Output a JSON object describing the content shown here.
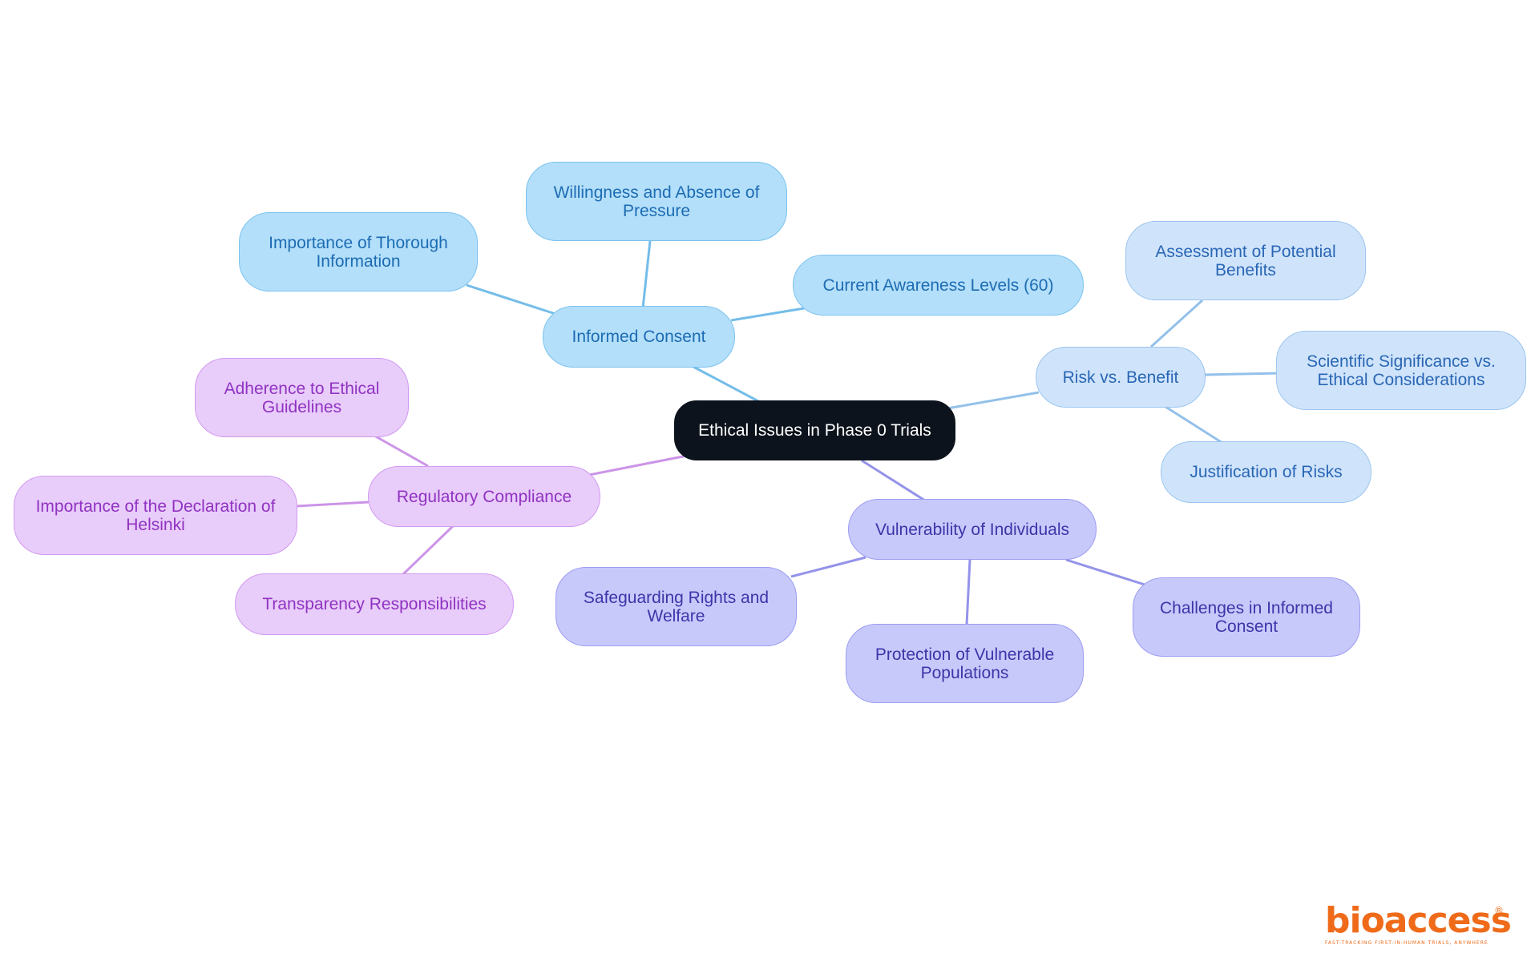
{
  "mindmap": {
    "root": {
      "label": "Ethical Issues in Phase 0 Trials"
    },
    "branches": [
      {
        "label": "Informed Consent",
        "color": "#b3dffa",
        "children": [
          {
            "label": "Importance of Thorough Information"
          },
          {
            "label": "Willingness and Absence of Pressure"
          },
          {
            "label": "Current Awareness Levels (60)"
          }
        ]
      },
      {
        "label": "Risk vs. Benefit",
        "color": "#cfe4fb",
        "children": [
          {
            "label": "Assessment of Potential Benefits"
          },
          {
            "label": "Scientific Significance vs. Ethical Considerations"
          },
          {
            "label": "Justification of Risks"
          }
        ]
      },
      {
        "label": "Vulnerability of Individuals",
        "color": "#c8c9fb",
        "children": [
          {
            "label": "Safeguarding Rights and Welfare"
          },
          {
            "label": "Protection of Vulnerable Populations"
          },
          {
            "label": "Challenges in Informed Consent"
          }
        ]
      },
      {
        "label": "Regulatory Compliance",
        "color": "#e8ccfa",
        "children": [
          {
            "label": "Adherence to Ethical Guidelines"
          },
          {
            "label": "Importance of the Declaration of Helsinki"
          },
          {
            "label": "Transparency Responsibilities"
          }
        ]
      }
    ]
  },
  "logo": {
    "name": "bioaccess",
    "registered": "®",
    "tagline": "FAST-TRACKING FIRST-IN-HUMAN TRIALS, ANYWHERE"
  },
  "colors": {
    "root": "#0d131c",
    "edge_informed_consent": "#74bde9",
    "edge_risk_benefit": "#93c1ea",
    "edge_vulnerability": "#9493ea",
    "edge_regulatory": "#cc94e8",
    "logo": "#ef6b1a"
  }
}
